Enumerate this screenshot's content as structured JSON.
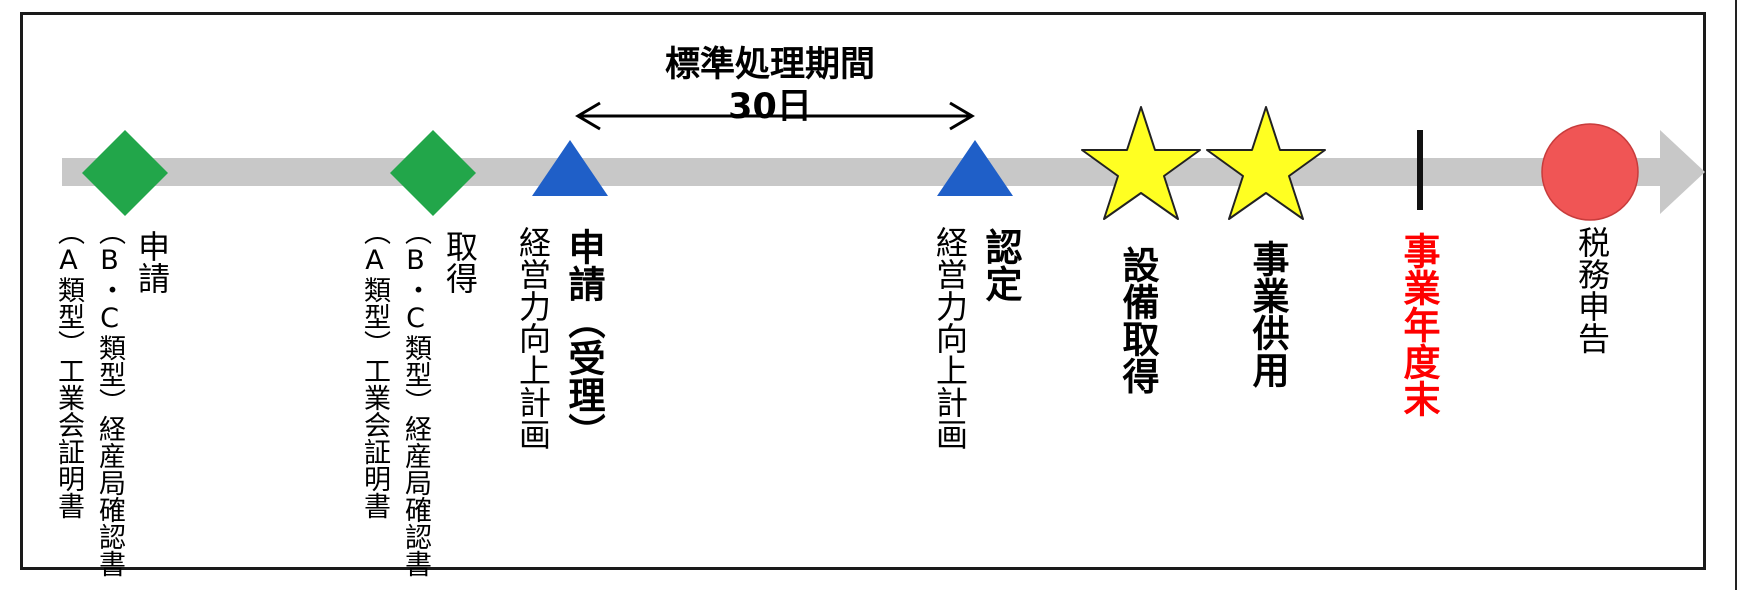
{
  "colors": {
    "axis_arrow": "#c8c8c8",
    "diamond": "#22a64a",
    "triangle": "#1f5fc8",
    "star": "#ffff22",
    "end_marker": "#111111",
    "circle": "#f05555",
    "fiscal_year_end_text": "#ff0000"
  },
  "period": {
    "title": "標準処理期間",
    "days": "30日"
  },
  "milestones": {
    "cert_apply": {
      "marker": "diamond",
      "main": "申請",
      "note_bc": "（B・C類型）経産局確認書",
      "note_a": "（A類型）工業会証明書"
    },
    "cert_obtain": {
      "marker": "diamond",
      "main": "取得",
      "note_bc": "（B・C類型）経産局確認書",
      "note_a": "（A類型）工業会証明書"
    },
    "plan_apply": {
      "marker": "triangle",
      "main": "申請（受理）",
      "sub": "経営力向上計画"
    },
    "plan_approve": {
      "marker": "triangle",
      "main": "認定",
      "sub": "経営力向上計画"
    },
    "equipment_acquire": {
      "marker": "star",
      "main": "設備取得"
    },
    "business_use": {
      "marker": "star",
      "main": "事業供用"
    },
    "fiscal_year_end": {
      "marker": "vertical-bar",
      "main": "事業年度末"
    },
    "tax_return": {
      "marker": "circle",
      "main": "税務申告"
    }
  }
}
